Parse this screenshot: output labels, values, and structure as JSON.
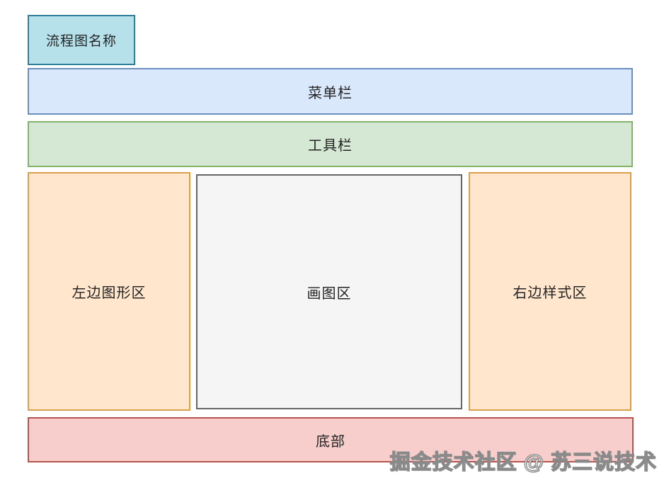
{
  "diagram": {
    "title_box": {
      "label": "流程图名称"
    },
    "menu_bar": {
      "label": "菜单栏"
    },
    "toolbar": {
      "label": "工具栏"
    },
    "left_panel": {
      "label": "左边图形区"
    },
    "canvas": {
      "label": "画图区"
    },
    "right_panel": {
      "label": "右边样式区"
    },
    "bottom_bar": {
      "label": "底部"
    }
  },
  "watermark": {
    "text": "掘金技术社区 @ 苏三说技术"
  },
  "colors": {
    "title_fill": "#b6e0ea",
    "title_stroke": "#2e7f99",
    "menu_fill": "#dae8fc",
    "menu_stroke": "#6c8ebf",
    "toolbar_fill": "#d5e8d4",
    "toolbar_stroke": "#82b366",
    "panel_fill": "#ffe6cc",
    "panel_stroke": "#d9a049",
    "canvas_fill": "#f5f5f5",
    "canvas_stroke": "#666666",
    "bottom_fill": "#f8cecc",
    "bottom_stroke": "#b85450"
  }
}
